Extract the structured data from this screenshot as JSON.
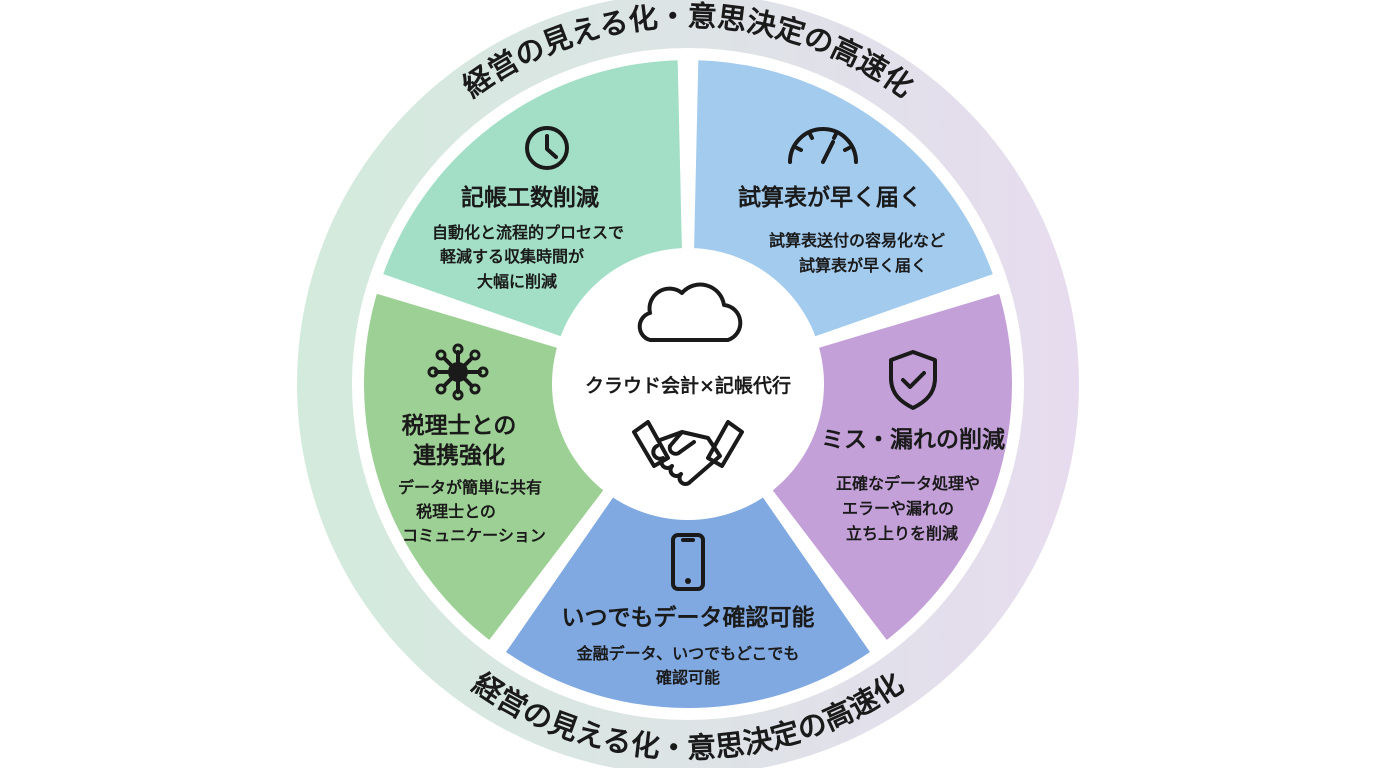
{
  "ring_text_top": "経営の見える化・意思決定の高速化",
  "ring_text_bottom": "経営の見える化・意思決定の高速化",
  "center": {
    "label": "クラウド会計×記帳代行",
    "icons": [
      "cloud-icon",
      "handshake-icon"
    ]
  },
  "segments": [
    {
      "icon": "clock-icon",
      "title": "記帳工数削減",
      "lines": [
        "自動化と流程的プロセスで",
        "軽減する収集時間が",
        "大幅に削減"
      ],
      "color": "#a3dfc6"
    },
    {
      "icon": "speedometer-icon",
      "title": "試算表が早く届く",
      "lines": [
        "試算表送付の容易化など",
        "試算表が早く届く"
      ],
      "color": "#a2cbee"
    },
    {
      "icon": "shield-check-icon",
      "title": "ミス・漏れの削減",
      "lines": [
        "正確なデータ処理や",
        "エラーや漏れの",
        "立ち上りを削減"
      ],
      "color": "#c4a0d9"
    },
    {
      "icon": "smartphone-icon",
      "title": "いつでもデータ確認可能",
      "lines": [
        "金融データ、いつでもどこでも",
        "確認可能"
      ],
      "color": "#80a9e1"
    },
    {
      "icon": "network-icon",
      "title_lines": [
        "税理士との",
        "連携強化"
      ],
      "lines": [
        "データが簡単に共有",
        "税理士との",
        "コミュニケーション"
      ],
      "color": "#9dd094"
    }
  ],
  "colors": {
    "ring_left": "#d3ebdc",
    "ring_right": "#e7dcef"
  }
}
